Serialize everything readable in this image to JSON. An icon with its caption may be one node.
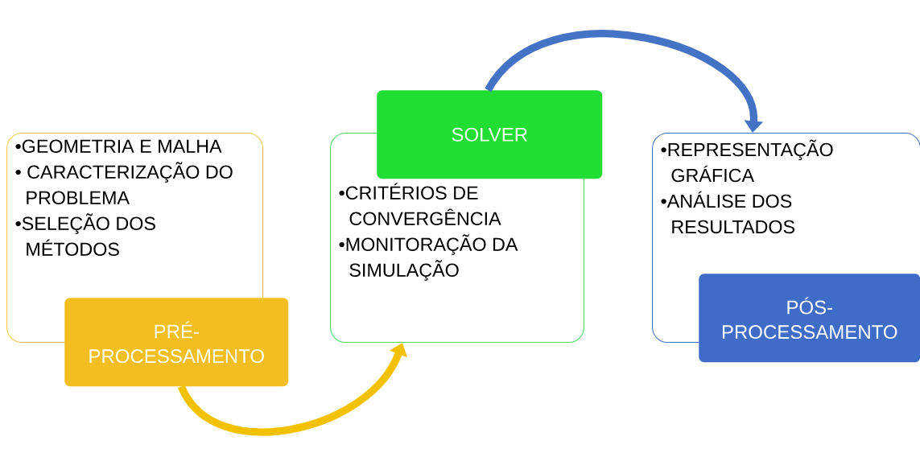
{
  "diagram": {
    "nodes": [
      {
        "text": [
          "•GEOMETRIA E MALHA",
          "• CARACTERIZAÇÃO DO PROBLEMA",
          "•SELEÇÃO DOS MÉTODOS"
        ]
      },
      {
        "text": [
          "PRÉ- PROCESSAMENTO"
        ]
      },
      {
        "text": [
          "•CRITÉRIOS DE CONVERGÊNCIA",
          "•MONITORAÇÃO DA SIMULAÇÃO"
        ]
      },
      {
        "text": [
          "SOLVER"
        ]
      },
      {
        "text": [
          "•REPRESENTAÇÃO GRÁFICA",
          "•ANÁLISE DOS RESULTADOS"
        ]
      },
      {
        "text": [
          "PÓS- PROCESSAMENTO"
        ]
      }
    ],
    "edges": [
      {
        "from": 1,
        "to": 2,
        "arrow": "to",
        "color": "#f2c200"
      },
      {
        "from": 3,
        "to": 4,
        "arrow": "to",
        "color": "#4472c4"
      }
    ]
  }
}
